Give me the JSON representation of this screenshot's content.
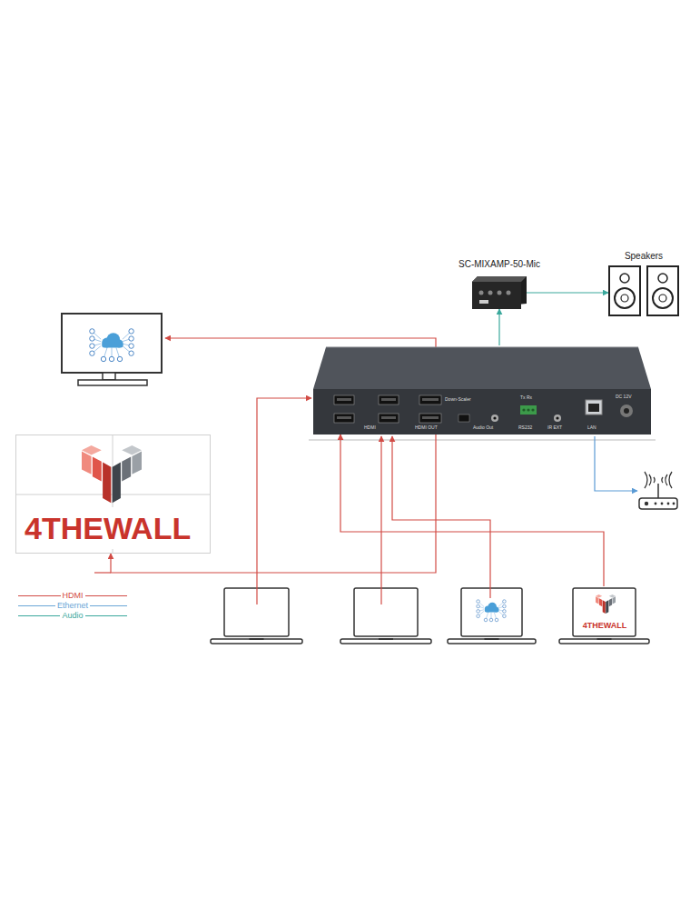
{
  "diagram": {
    "nodes": [
      {
        "text": [
          "SC-MIXAMP-50-Mic"
        ]
      },
      {
        "text": [
          "Speakers"
        ]
      },
      {
        "text": [
          "Down-Scaler",
          "Tx Rx",
          "DC 12V",
          "HDMI",
          "HDMI OUT",
          "Audio Out",
          "RS232",
          "IR EXT",
          "LAN"
        ]
      },
      {
        "text": [
          "4THEWALL"
        ]
      },
      {
        "text": [
          "4THEWALL"
        ]
      }
    ],
    "edges": [
      {
        "from": 2,
        "to": 0,
        "arrow": "to"
      },
      {
        "from": 0,
        "to": 1,
        "arrow": "to"
      },
      {
        "from": 2,
        "to": 3,
        "arrow": "to"
      },
      {
        "from": 4,
        "to": 2,
        "arrow": "to"
      }
    ],
    "legend": [
      {
        "text": "HDMI"
      },
      {
        "text": "Ethernet"
      },
      {
        "text": "Audio"
      }
    ]
  }
}
